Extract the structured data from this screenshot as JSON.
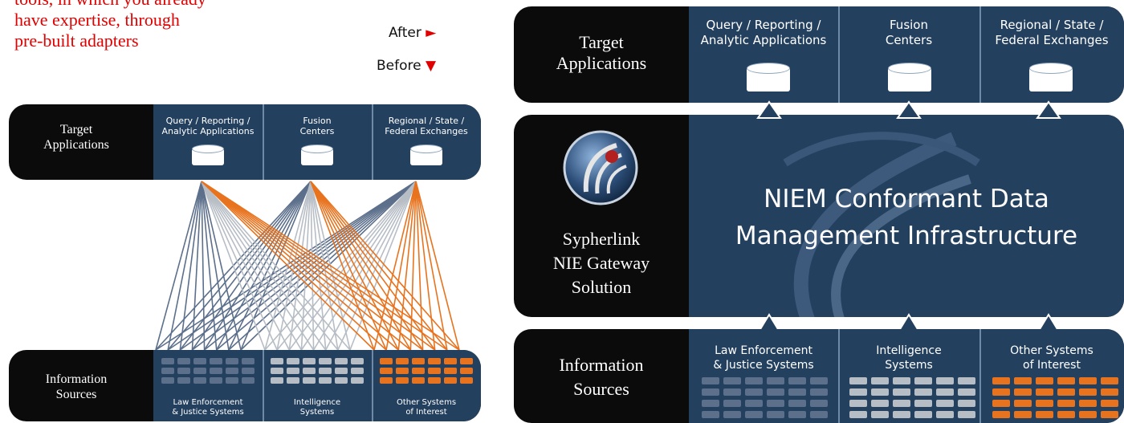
{
  "caption": {
    "line1": "tools, in which you already",
    "line2": "have expertise, through",
    "line3": "pre-built adapters"
  },
  "legend": {
    "after": "After",
    "after_marker": "►",
    "before": "Before",
    "before_marker": "▼"
  },
  "before_diagram": {
    "target_label": "Target\nApplications",
    "targets": [
      "Query / Reporting /\nAnalytic Applications",
      "Fusion\nCenters",
      "Regional / State /\nFederal Exchanges"
    ],
    "sources_label": "Information\nSources",
    "sources": [
      "Law Enforcement\n& Justice Systems",
      "Intelligence\nSystems",
      "Other Systems\nof Interest"
    ]
  },
  "after_diagram": {
    "target_label": "Target\nApplications",
    "targets": [
      "Query / Reporting /\nAnalytic Applications",
      "Fusion\nCenters",
      "Regional / State /\nFederal Exchanges"
    ],
    "gateway_label": "Sypherlink\nNIE Gateway\nSolution",
    "infrastructure_title": "NIEM Conformant Data\nManagement Infrastructure",
    "sources_label": "Information\nSources",
    "sources": [
      "Law Enforcement\n& Justice Systems",
      "Intelligence\nSystems",
      "Other Systems\nof Interest"
    ]
  },
  "colors": {
    "panel_bg": "#0b0b0b",
    "cell_bg": "#24405f",
    "grid_blue": "#5c6f8b",
    "grid_gray": "#b7bdc5",
    "grid_orange": "#e8731e",
    "caption_red": "#e00000"
  }
}
